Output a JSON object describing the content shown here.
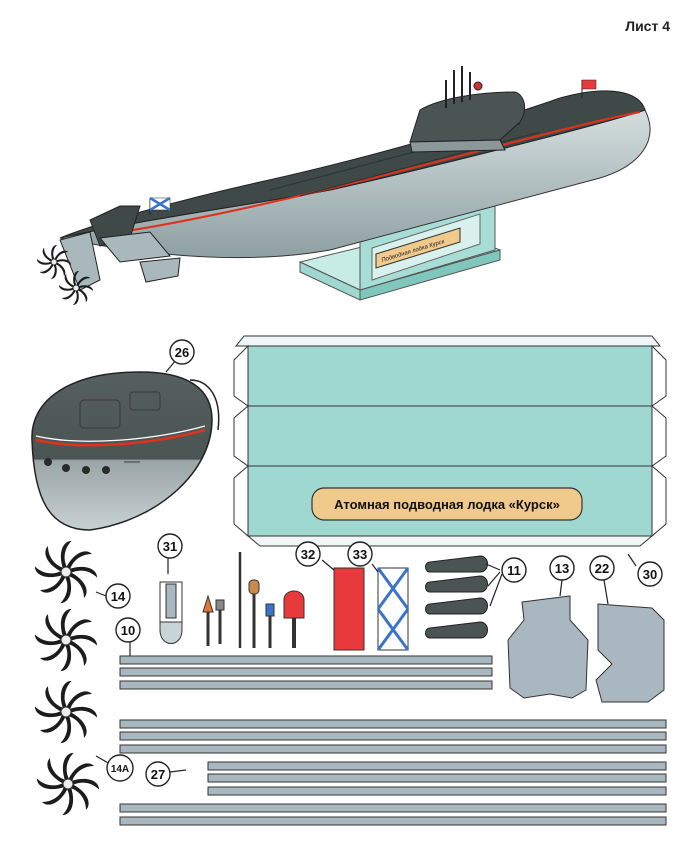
{
  "sheet": {
    "label": "Лист 4"
  },
  "stand_plaque_text": "Подводная лодка Курск",
  "name_plate": {
    "text": "Атомная подводная лодка «Курск»"
  },
  "part_numbers": {
    "p26": "26",
    "p31": "31",
    "p32": "32",
    "p33": "33",
    "p11": "11",
    "p13": "13",
    "p22": "22",
    "p30": "30",
    "p14": "14",
    "p10": "10",
    "p14a": "14A",
    "p27": "27"
  },
  "colors": {
    "hull_dark": "#3f4a48",
    "hull_light": "#b9c6c6",
    "stand": "#9fd8d0",
    "red_stripe": "#e0301e",
    "flag_red": "#e83a3a",
    "naval_blue": "#3a74c8",
    "plate_bg": "#f0c98c",
    "strip": "#a9b8c0"
  },
  "icons": [
    "submarine-model-illustration",
    "propeller-icon",
    "naval-ensign-icon",
    "red-flag-icon"
  ]
}
